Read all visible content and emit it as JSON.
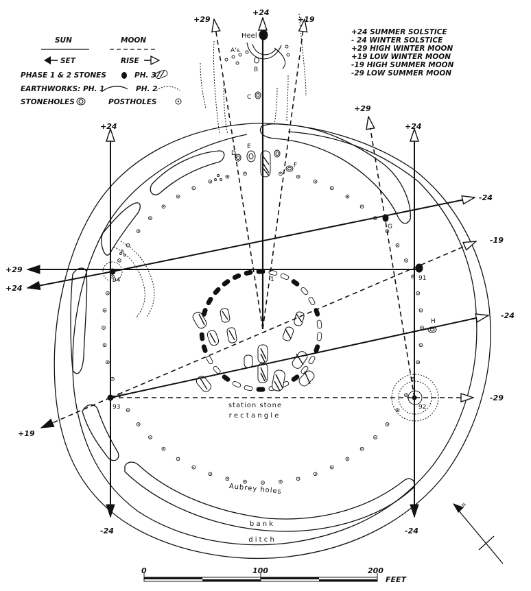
{
  "legend": {
    "sun_label": "SUN",
    "moon_label": "MOON",
    "set_label": "SET",
    "rise_label": "RISE",
    "phase12_label": "PHASE 1 & 2 STONES",
    "ph3_label": "PH. 3",
    "earthworks_label": "EARTHWORKS: PH. 1",
    "ph2_label": "PH. 2",
    "stoneholes_label": "STONEHOLES",
    "postholes_label": "POSTHOLES"
  },
  "key": [
    "+24  SUMMER SOLSTICE",
    "- 24  WINTER SOLSTICE",
    "+29  HIGH WINTER MOON",
    "+19  LOW WINTER MOON",
    "-19  HIGH SUMMER MOON",
    "-29  LOW SUMMER MOON"
  ],
  "declinations": {
    "top_center": "+24",
    "top_left_dashed": "+29",
    "top_right_dashed": "+19",
    "top_left_column": "+24",
    "right_upper_dashed": "+29",
    "top_right_column": "+24",
    "east_upper": "-24",
    "east_dashed": "-19",
    "east_lower": "-24",
    "east_bottom_dashed": "-29",
    "west_upper": "+29",
    "west_lower": "+24",
    "west_bottom_dashed": "+19",
    "bottom_left": "-24",
    "bottom_right": "-24"
  },
  "markers": {
    "heel": "Heel",
    "a": "A's",
    "b": "B",
    "c": "C",
    "d": "D",
    "e": "E",
    "f": "F",
    "g": "G",
    "h": "H",
    "one": "1",
    "s91": "91",
    "s92": "92",
    "s93": "93",
    "s94": "94"
  },
  "captions": {
    "station_stone": "station     stone",
    "rectangle": "r e c t a n g l e",
    "aubrey": "Aubrey     holes",
    "bank": "b a n k",
    "ditch": "d i t c h"
  },
  "scale": {
    "t0": "0",
    "t100": "100",
    "t200": "200",
    "unit": "FEET"
  },
  "north": {
    "label": "N"
  }
}
